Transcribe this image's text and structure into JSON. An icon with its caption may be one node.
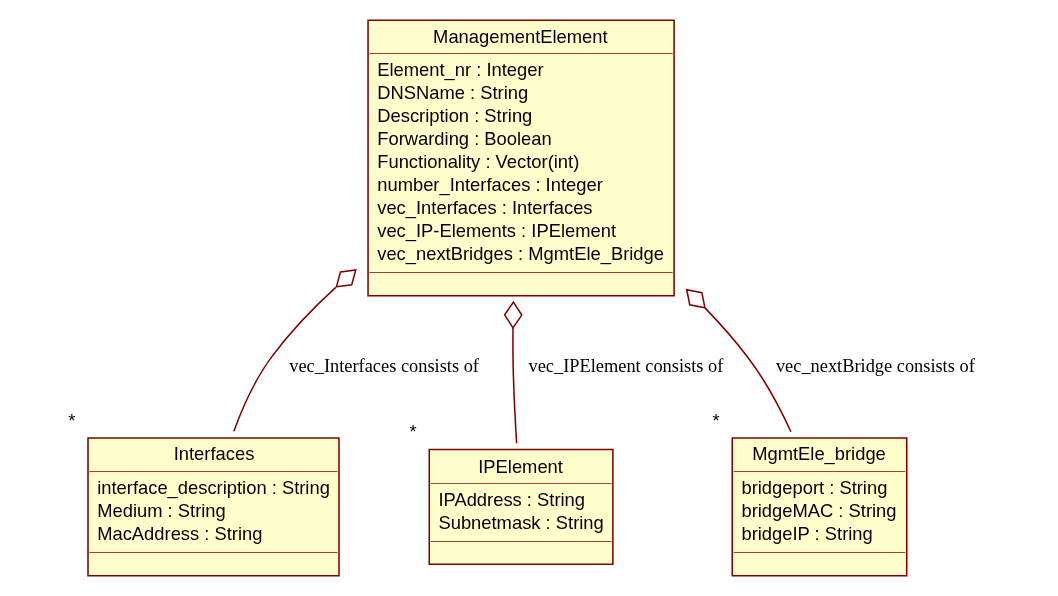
{
  "diagram": {
    "nodes": [
      {
        "text": [
          "ManagementElement",
          "Element_nr : Integer",
          "DNSName : String",
          "Description : String",
          "Forwarding : Boolean",
          "Functionality : Vector(int)",
          "number_Interfaces : Integer",
          "vec_Interfaces : Interfaces",
          "vec_IP-Elements : IPElement",
          "vec_nextBridges : MgmtEle_Bridge"
        ]
      },
      {
        "text": [
          "Interfaces",
          "interface_description : String",
          "Medium : String",
          "MacAddress : String"
        ],
        "beside": [
          "*"
        ]
      },
      {
        "text": [
          "IPElement",
          "IPAddress : String",
          "Subnetmask : String"
        ],
        "beside": [
          "*"
        ]
      },
      {
        "text": [
          "MgmtEle_bridge",
          "bridgeport : String",
          "bridgeMAC : String",
          "bridgeIP : String"
        ],
        "beside": [
          "*"
        ]
      }
    ],
    "edges": [
      {
        "from": 0,
        "to": 1,
        "arrow": "other",
        "label": "vec_Interfaces consists of"
      },
      {
        "from": 0,
        "to": 2,
        "arrow": "other",
        "label": "vec_IPElement consists of"
      },
      {
        "from": 0,
        "to": 3,
        "arrow": "other",
        "label": "vec_nextBridge consists of"
      }
    ]
  }
}
